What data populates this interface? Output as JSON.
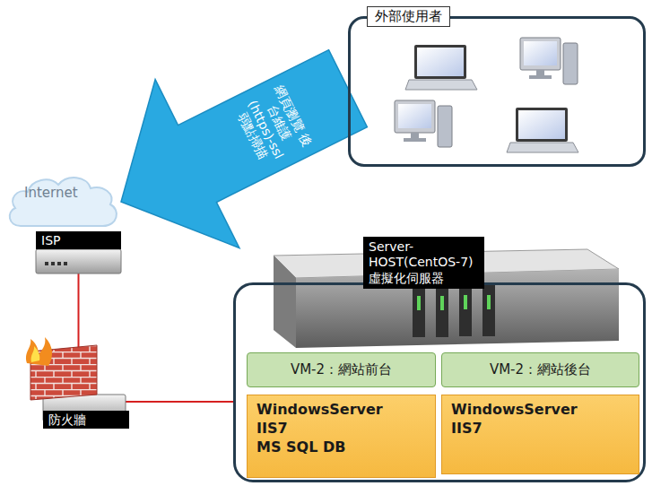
{
  "diagram": {
    "nodes": [
      {
        "text": [
          "外部使用者"
        ]
      },
      {
        "text": [
          "Internet"
        ]
      },
      {
        "text": [
          "ISP"
        ]
      },
      {
        "text": [
          "防火牆"
        ]
      },
      {
        "text": [
          "Server-HOST(CentOS-7) 虛擬化伺服器"
        ]
      },
      {
        "text": [
          "VM-2：網站前台"
        ],
        "in": 4
      },
      {
        "text": [
          "VM-2：網站後台"
        ],
        "in": 4
      },
      {
        "text": [
          "WindowsServer",
          "IIS7",
          "MS SQL DB"
        ],
        "in": 4
      },
      {
        "text": [
          "WindowsServer",
          "IIS7"
        ],
        "in": 4
      }
    ],
    "edges": [
      {
        "from": 0,
        "to": 1,
        "arrow": "to",
        "label": "網頁瀏覽 後台維護 (https)-ssl 弱點掃描"
      },
      {
        "from": 2,
        "to": 3,
        "arrow": "none"
      },
      {
        "from": 3,
        "to": 4,
        "arrow": "none"
      }
    ]
  }
}
